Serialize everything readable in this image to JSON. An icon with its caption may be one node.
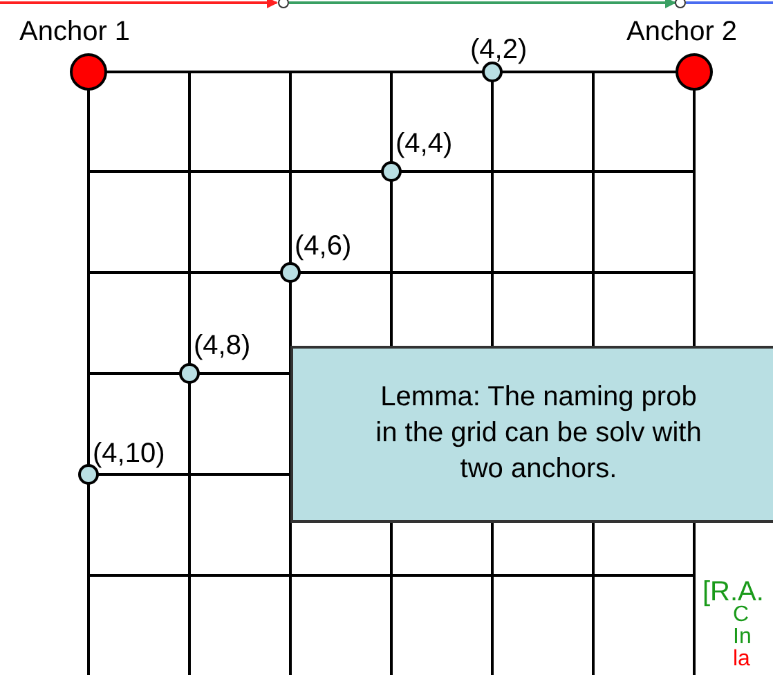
{
  "diagram": {
    "nodes": [
      {
        "text": [
          "Anchor 1"
        ]
      },
      {
        "text": [
          "(4,2)"
        ]
      },
      {
        "text": [
          "Anchor 2"
        ]
      },
      {
        "text": [
          "(4,4)"
        ]
      },
      {
        "text": [
          "(4,6)"
        ]
      },
      {
        "text": [
          "(4,8)"
        ]
      },
      {
        "text": [
          "Lemma: The naming prob in the grid can be solv with two anchors."
        ]
      },
      {
        "text": [
          "(4,10)"
        ]
      }
    ],
    "labels": [
      "[R.A.",
      "C",
      "In",
      "la"
    ]
  }
}
